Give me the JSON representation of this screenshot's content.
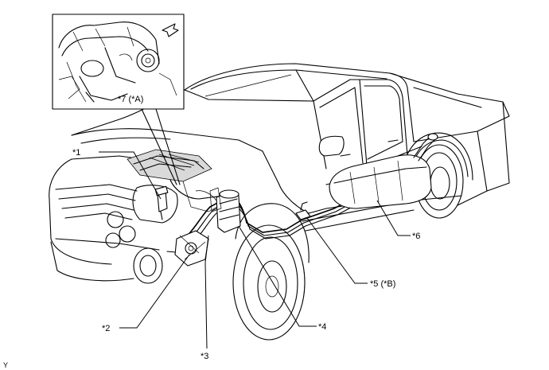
{
  "callouts": {
    "c1": "*1",
    "c2": "*2",
    "c3": "*3",
    "c4": "*4",
    "c5": "*5 (*B)",
    "c6": "*6",
    "c7": "*7 (*A)"
  },
  "corner_label": "Y"
}
